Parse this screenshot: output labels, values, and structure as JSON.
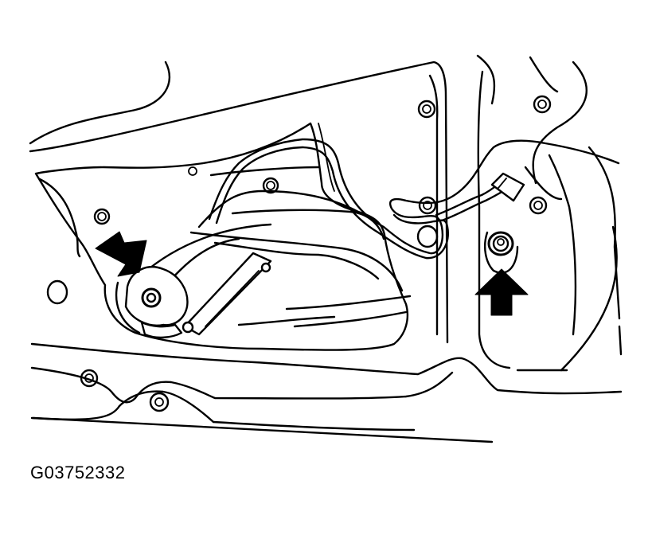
{
  "figure": {
    "id_label": "G03752332"
  },
  "colors": {
    "line": "#000000",
    "background": "#ffffff"
  },
  "callouts": [
    {
      "name": "arrow-left-pointing-to-bolt",
      "icon": "heavy-arrow-icon"
    },
    {
      "name": "arrow-right-pointing-to-bolt",
      "icon": "heavy-arrow-icon"
    }
  ]
}
